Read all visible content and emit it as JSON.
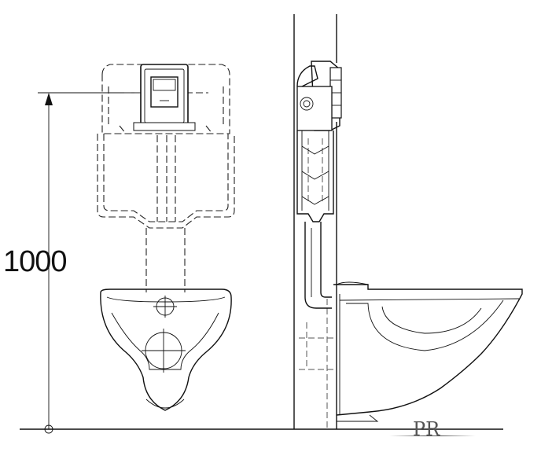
{
  "dimension": {
    "value_label": "1000"
  },
  "logo": {
    "text": "PR"
  },
  "icons": {
    "front_view": "wall-hung-toilet-front-view",
    "side_view": "wall-hung-toilet-side-view",
    "flush_plate": "flush-plate-icon"
  }
}
